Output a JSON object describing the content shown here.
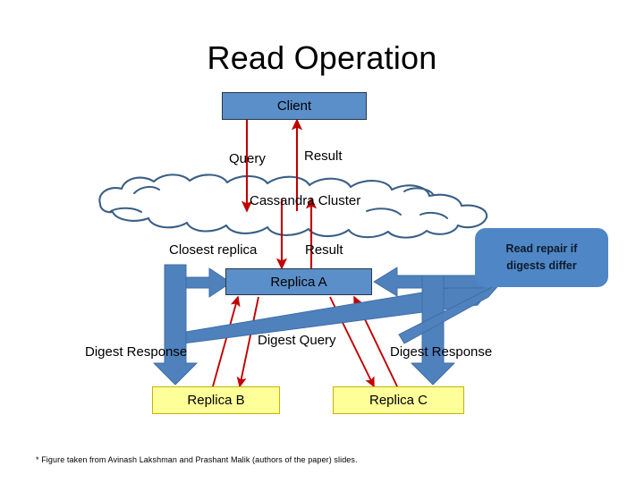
{
  "slide": {
    "title": "Read Operation",
    "background": "#FFFFFF",
    "footnote": "* Figure taken from  Avinash Lakshman and Prashant Malik (authors of the paper) slides."
  },
  "colors": {
    "box_blue_fill": "#5B8FC9",
    "box_blue_border": "#26374A",
    "box_yellow_fill": "#FFFF99",
    "box_yellow_border": "#C8B400",
    "callout_fill": "#4F86C6",
    "cloud_stroke": "#3A5F86",
    "arrow_red": "#C00000",
    "arrow_blue": "#4F81BD",
    "arrow_blue_stroke": "#2E5C8A",
    "text": "#000000"
  },
  "nodes": {
    "client": "Client",
    "replica_a": "Replica A",
    "replica_b": "Replica B",
    "replica_c": "Replica C"
  },
  "cloud": {
    "label": "Cassandra Cluster"
  },
  "labels": {
    "query": "Query",
    "result_top": "Result",
    "closest_replica": "Closest replica",
    "result_mid": "Result",
    "digest_query": "Digest Query",
    "digest_response_left": "Digest Response",
    "digest_response_right": "Digest Response"
  },
  "callout": {
    "line1": "Read repair if",
    "line2": "digests differ"
  },
  "connectors": [
    {
      "name": "client-to-cloud-query",
      "from": "Client",
      "to": "Cassandra Cluster",
      "label": "Query",
      "color": "#C00000",
      "direction": "down"
    },
    {
      "name": "cloud-to-client-result",
      "from": "Cassandra Cluster",
      "to": "Client",
      "label": "Result",
      "color": "#C00000",
      "direction": "up"
    },
    {
      "name": "cloud-to-replica-a-closest",
      "from": "Cassandra Cluster",
      "to": "Replica A",
      "label": "Closest replica",
      "color": "#C00000",
      "direction": "down"
    },
    {
      "name": "replica-a-to-cloud-result",
      "from": "Replica A",
      "to": "Cassandra Cluster",
      "label": "Result",
      "color": "#C00000",
      "direction": "up"
    },
    {
      "name": "replica-a-to-replica-b-digest-query",
      "from": "Replica A",
      "to": "Replica B",
      "label": "Digest Query",
      "color": "#C00000",
      "direction": "down"
    },
    {
      "name": "replica-b-to-replica-a-digest-response",
      "from": "Replica B",
      "to": "Replica A",
      "label": "Digest Response",
      "color": "#C00000",
      "direction": "up"
    },
    {
      "name": "replica-a-to-replica-c-digest-query",
      "from": "Replica A",
      "to": "Replica C",
      "label": "Digest Query",
      "color": "#C00000",
      "direction": "down"
    },
    {
      "name": "replica-c-to-replica-a-digest-response",
      "from": "Replica C",
      "to": "Replica A",
      "label": "Digest Response",
      "color": "#C00000",
      "direction": "up"
    },
    {
      "name": "read-repair-elbow-left",
      "from": "Replica B",
      "to": "Replica A",
      "label": "",
      "color": "#4F81BD",
      "direction": "elbow"
    },
    {
      "name": "read-repair-elbow-right",
      "from": "Replica C",
      "to": "Replica A",
      "label": "",
      "color": "#4F81BD",
      "direction": "elbow"
    },
    {
      "name": "callout-to-replica-b",
      "from": "Read repair if digests differ",
      "to": "Replica B",
      "label": "",
      "color": "#4F81BD",
      "direction": "left-down"
    },
    {
      "name": "callout-to-replica-a",
      "from": "Read repair if digests differ",
      "to": "Replica A",
      "label": "",
      "color": "#4F81BD",
      "direction": "left"
    }
  ]
}
